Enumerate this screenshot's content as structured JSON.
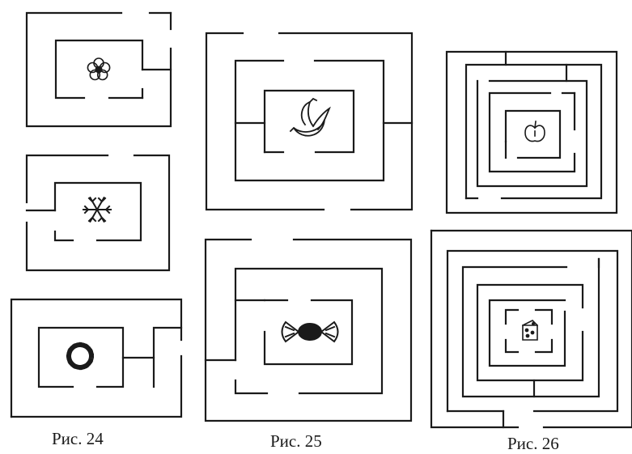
{
  "figures": [
    {
      "caption": "Рис. 24",
      "mazes": [
        {
          "item": "flower-icon"
        },
        {
          "item": "snowflake-icon"
        },
        {
          "item": "ring-icon"
        }
      ]
    },
    {
      "caption": "Рис. 25",
      "mazes": [
        {
          "item": "banana-icon"
        },
        {
          "item": "candy-icon"
        }
      ]
    },
    {
      "caption": "Рис. 26",
      "mazes": [
        {
          "item": "apple-icon"
        },
        {
          "item": "cheese-icon"
        }
      ]
    }
  ],
  "colors": {
    "ink": "#1a1a1a",
    "paper": "#ffffff"
  }
}
